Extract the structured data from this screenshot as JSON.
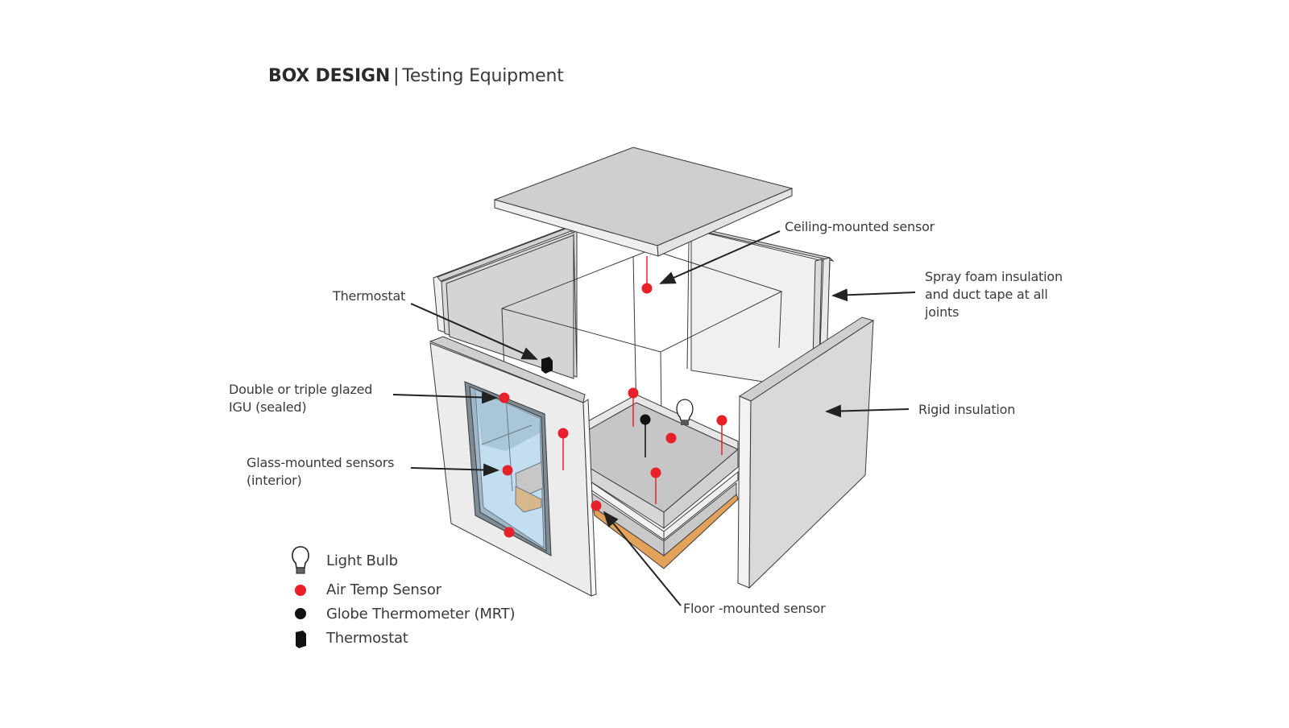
{
  "title": {
    "bold": "BOX DESIGN",
    "separator": "|",
    "subtitle": "Testing Equipment"
  },
  "callouts": {
    "ceiling_sensor": "Ceiling-mounted sensor",
    "spray_foam": [
      "Spray foam insulation",
      "and duct tape at all",
      "joints"
    ],
    "thermostat": "Thermostat",
    "igu": [
      "Double or triple glazed",
      "IGU (sealed)"
    ],
    "glass_sensors": [
      "Glass-mounted sensors",
      "(interior)"
    ],
    "rigid_insulation": "Rigid insulation",
    "floor_sensor": "Floor -mounted sensor"
  },
  "legend": [
    {
      "icon": "light-bulb-icon",
      "label": "Light Bulb"
    },
    {
      "icon": "air-temp-sensor-icon",
      "label": "Air Temp Sensor"
    },
    {
      "icon": "globe-thermometer-icon",
      "label": "Globe Thermometer (MRT)"
    },
    {
      "icon": "thermostat-icon",
      "label": "Thermostat"
    }
  ],
  "colors": {
    "air_temp_sensor": "#e8202a",
    "globe_thermometer": "#111111",
    "thermostat": "#111111",
    "panel_face": "#d9d9d9",
    "panel_edge": "#efefef",
    "glass": "#bcdcef",
    "wood": "#e3a25a",
    "outline": "#3a3a3a"
  }
}
